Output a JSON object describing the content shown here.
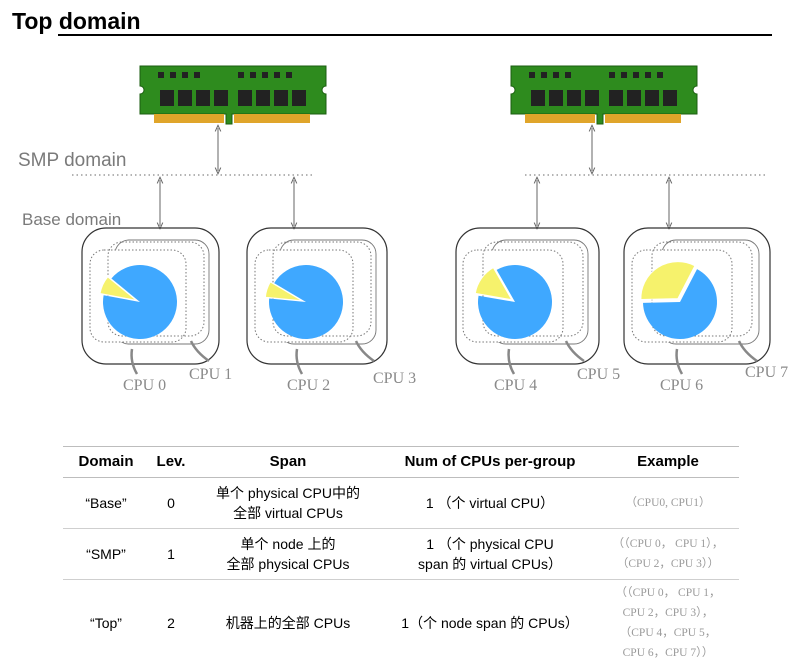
{
  "title": "Top domain",
  "levels": {
    "smp": "SMP domain",
    "base": "Base domain"
  },
  "cpus": [
    "CPU 0",
    "CPU 1",
    "CPU 2",
    "CPU 3",
    "CPU 4",
    "CPU 5",
    "CPU 6",
    "CPU 7"
  ],
  "cpu_usage": [
    {
      "used_fraction": 0.92
    },
    {
      "used_fraction": 0.93
    },
    {
      "used_fraction": 0.86
    },
    {
      "used_fraction": 0.67
    }
  ],
  "colors": {
    "used": "#3fa8ff",
    "idle": "#f6f26c",
    "pcb": "#2e8b1e",
    "chip": "#222222",
    "pins": "#e0a52a"
  },
  "table": {
    "headers": [
      "Domain",
      "Lev.",
      "Span",
      "Num of CPUs per-group",
      "Example"
    ],
    "rows": [
      {
        "domain": "“Base”",
        "level": "0",
        "span": "单个 physical CPU中的\n全部 virtual CPUs",
        "num": "1 （个 virtual CPU）",
        "example": "（CPU0, CPU1）"
      },
      {
        "domain": "“SMP”",
        "level": "1",
        "span": "单个 node 上的\n全部 physical CPUs",
        "num": "1 （个 physical CPU\nspan 的 virtual CPUs）",
        "example": "（（CPU 0， CPU 1），\n（CPU 2，CPU 3））"
      },
      {
        "domain": "“Top”",
        "level": "2",
        "span": "机器上的全部 CPUs",
        "num": "1（个 node span 的 CPUs）",
        "example": "（（CPU 0， CPU 1，\nCPU 2，CPU 3），\n（CPU 4，CPU 5，\nCPU 6，CPU 7））"
      }
    ]
  }
}
